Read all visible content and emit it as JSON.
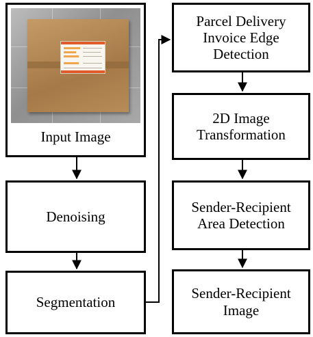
{
  "nodes": {
    "input": {
      "label": "Input Image"
    },
    "denoising": {
      "label": "Denoising"
    },
    "segmentation": {
      "label": "Segmentation"
    },
    "edge_detection": {
      "label": "Parcel Delivery\nInvoice Edge\nDetection"
    },
    "transformation": {
      "label": "2D Image\nTransformation"
    },
    "area_detection": {
      "label": "Sender-Recipient\nArea Detection"
    },
    "sr_image": {
      "label": "Sender-Recipient\nImage"
    }
  },
  "colors": {
    "stroke": "#000000",
    "background": "#ffffff",
    "parcel": "#b0844f",
    "invoice_accent": "#e25b2a"
  }
}
